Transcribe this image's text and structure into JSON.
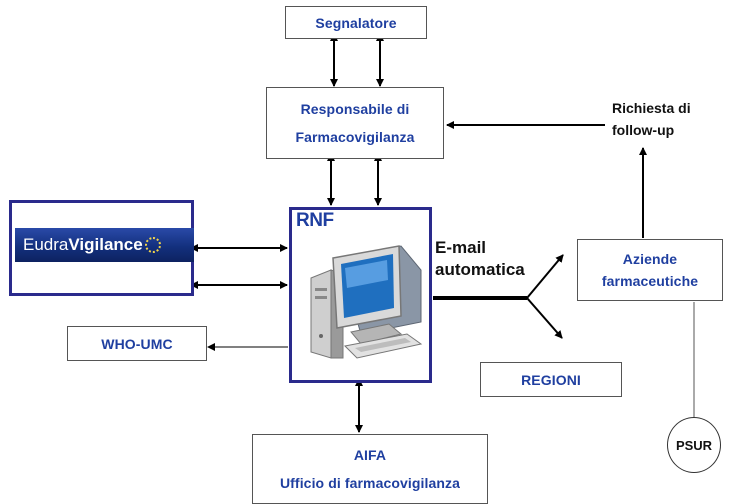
{
  "nodes": {
    "segnalatore": {
      "label": "Segnalatore"
    },
    "responsabile": {
      "line1": "Responsabile di",
      "line2": "Farmacovigilanza"
    },
    "rnf": {
      "label": "RNF"
    },
    "eudravigilance": {
      "part1": "Eudra",
      "part2": "Vigilance"
    },
    "who_umc": {
      "label": "WHO-UMC"
    },
    "aifa": {
      "line1": "AIFA",
      "line2": "Ufficio di farmacovigilanza"
    },
    "regioni": {
      "label": "REGIONI"
    },
    "aziende": {
      "line1": "Aziende",
      "line2": "farmaceutiche"
    },
    "psur": {
      "label": "PSUR"
    }
  },
  "labels": {
    "richiesta": {
      "line1": "Richiesta di",
      "line2": "follow-up"
    },
    "email": {
      "line1": "E-mail",
      "line2": "automatica"
    }
  },
  "colors": {
    "box_text": "#1f3fa0",
    "rnf_border": "#2a2a8c",
    "arrow": "#000000"
  }
}
